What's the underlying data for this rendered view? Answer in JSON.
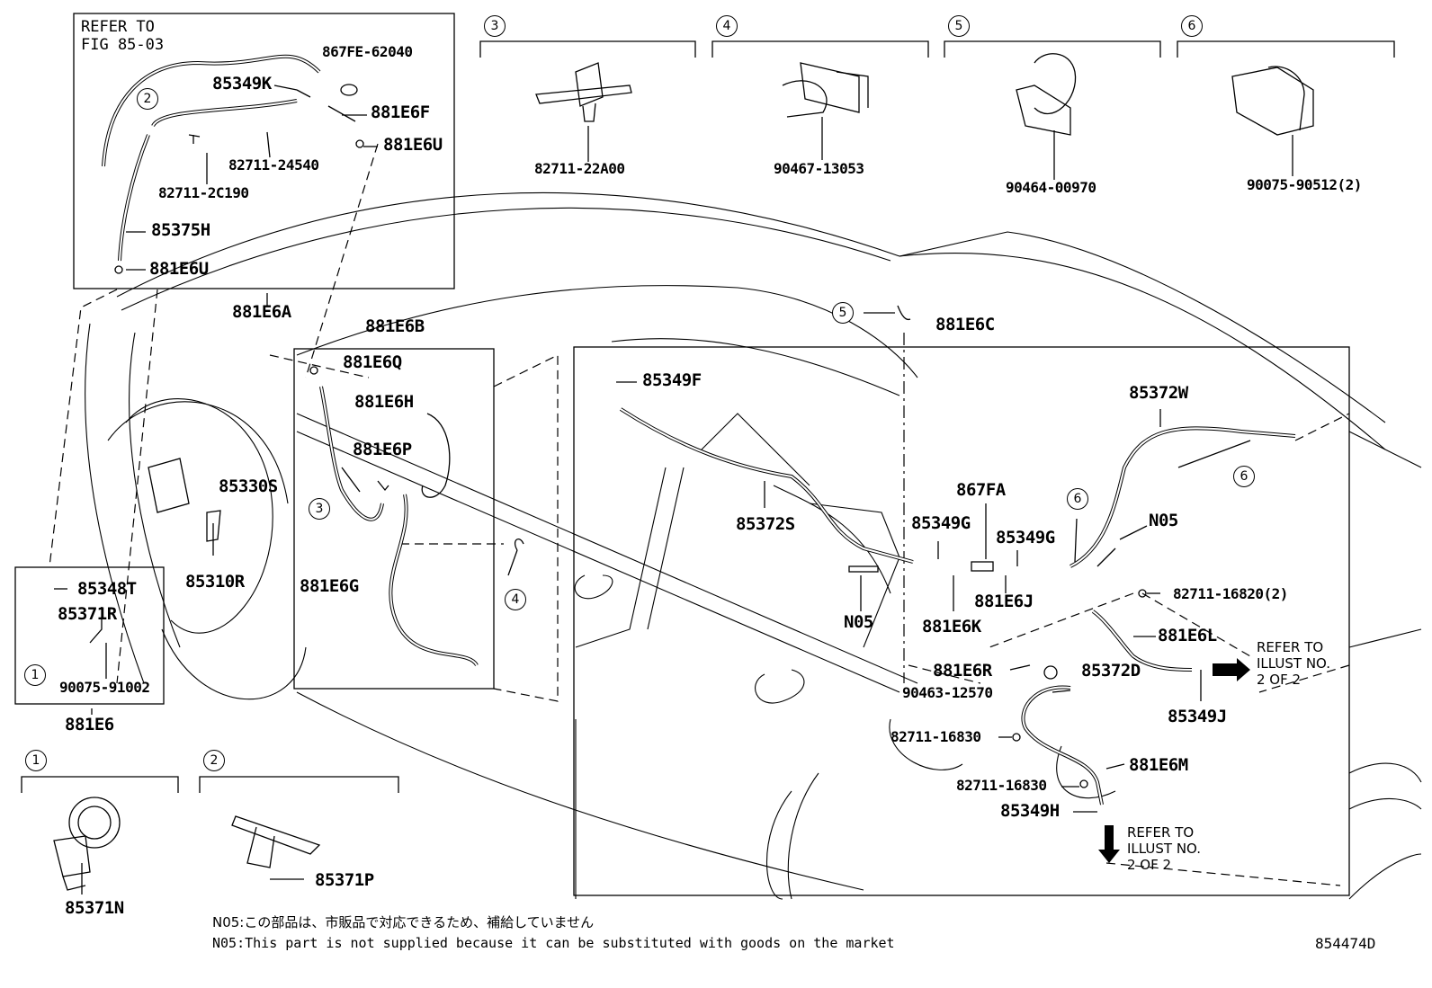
{
  "diagram_id": "854474D",
  "inset_top_left": {
    "refer": "REFER TO\nFIG 85-03",
    "parts": [
      "867FE-62040",
      "85349K",
      "881E6F",
      "881E6U",
      "82711-24540",
      "82711-2C190",
      "85375H",
      "881E6U"
    ],
    "assembly": "881E6A"
  },
  "callouts_top": [
    {
      "num": "3",
      "part": "82711-22A00"
    },
    {
      "num": "4",
      "part": "90467-13053"
    },
    {
      "num": "5",
      "part": "90464-00970"
    },
    {
      "num": "6",
      "part": "90075-90512(2)"
    }
  ],
  "inset_left": {
    "parts": [
      "85348T",
      "85371R",
      "90075-91002"
    ],
    "circle": "1",
    "assembly": "881E6"
  },
  "callouts_bottom": [
    {
      "num": "1",
      "part": "85371N"
    },
    {
      "num": "2",
      "part": "85371P"
    }
  ],
  "inset_mid": {
    "assembly": "881E6B",
    "parts": [
      "881E6Q",
      "881E6H",
      "881E6P",
      "881E6G"
    ],
    "circle_3": "3",
    "circle_4": "4"
  },
  "standalone_parts": [
    "85330S",
    "85310R"
  ],
  "inset_right": {
    "assembly": "881E6C",
    "circle_5": "5",
    "parts": [
      "85349F",
      "85372W",
      "85372S",
      "867FA",
      "85349G",
      "85349G",
      "N05",
      "N05",
      "881E6J",
      "881E6K",
      "82711-16820(2)",
      "881E6L",
      "881E6R",
      "85372D",
      "90463-12570",
      "85349J",
      "82711-16830",
      "881E6M",
      "82711-16830",
      "85349H"
    ],
    "circles_6": [
      "6",
      "6"
    ],
    "refer_1": "REFER TO\nILLUST NO.\n2 OF 2",
    "refer_2": "REFER TO\nILLUST NO.\n2 OF 2"
  },
  "footnote_jp": "N05:この部品は、市販品で対応できるため、補給していません",
  "footnote_en": "N05:This part is not supplied because it can be substituted with goods on the market"
}
